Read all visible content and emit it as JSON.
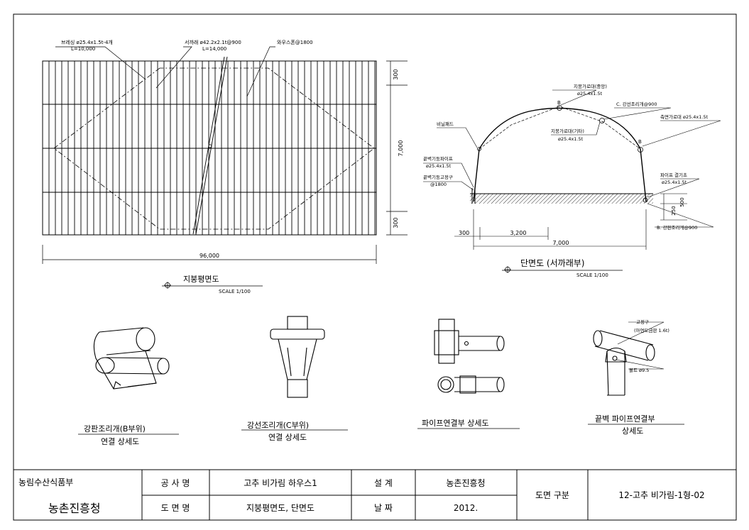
{
  "roof_plan": {
    "label_bracing": "브레싱 ø25.4x1.5t-4개",
    "label_bracing_len": "L=10,000",
    "label_rafter": "서까래 ø42.2x2.1t@900",
    "label_rafter_len": "L=14,000",
    "label_purlin": "와우스폰@1800",
    "dim_top": "300",
    "dim_mid": "7,000",
    "dim_bottom": "300",
    "dim_length": "96,000",
    "title": "지붕평면도",
    "scale": "SCALE 1/100"
  },
  "section": {
    "label_vinyl": "비닐패드",
    "label_b_top": "B",
    "label_ridge": "지붕가로대(중앙)",
    "label_ridge_size": "ø25.4x1.5t",
    "label_c": "C. 강선조리개@900",
    "label_side_bar": "측면가로대 ø25.4x1.5t",
    "label_roof_side": "지붕가로대(기타)",
    "label_roof_side_size": "ø25.4x1.5t",
    "label_b_right": "B",
    "label_end_pipe": "끝벽기둥파이프",
    "label_end_pipe_size": "ø25.4x1.5t",
    "label_end_fix": "끝벽기둥고정구",
    "label_end_fix_pitch": "@1800",
    "label_pipe_joint": "파이프 결기초",
    "label_pipe_joint_size": "ø25.4x1.5t",
    "dim_500": "500",
    "dim_250": "250",
    "label_b_bottom": "B. 강판조리개@900",
    "dim_300": "300",
    "dim_3200": "3,200",
    "dim_7000": "7,000",
    "title": "단면도 (서까래부)",
    "scale": "SCALE 1/100"
  },
  "details": {
    "d1_title": "강판조리개(B부위)",
    "d1_sub": "연결 상세도",
    "d2_title": "강선조리개(C부위)",
    "d2_sub": "연결 상세도",
    "d3_title": "파이프연결부 상세도",
    "d4_label_fix": "고정구",
    "d4_label_fix_spec": "(아연도금판 1.6t)",
    "d4_label_bolt": "볼트 ø9.5",
    "d4_title": "끝벽 파이프연결부",
    "d4_sub": "상세도"
  },
  "title_block": {
    "ministry": "농림수산식품부",
    "agency": "농촌진흥청",
    "project_label": "공 사 명",
    "project_value": "고추 비가림 하우스1",
    "drawing_label": "도 면 명",
    "drawing_value": "지붕평면도, 단면도",
    "design_label": "설 계",
    "design_value": "농촌진흥청",
    "date_label": "날 짜",
    "date_value": "2012.",
    "category_label": "도면 구분",
    "category_value": "12-고추 비가림-1형-02"
  }
}
